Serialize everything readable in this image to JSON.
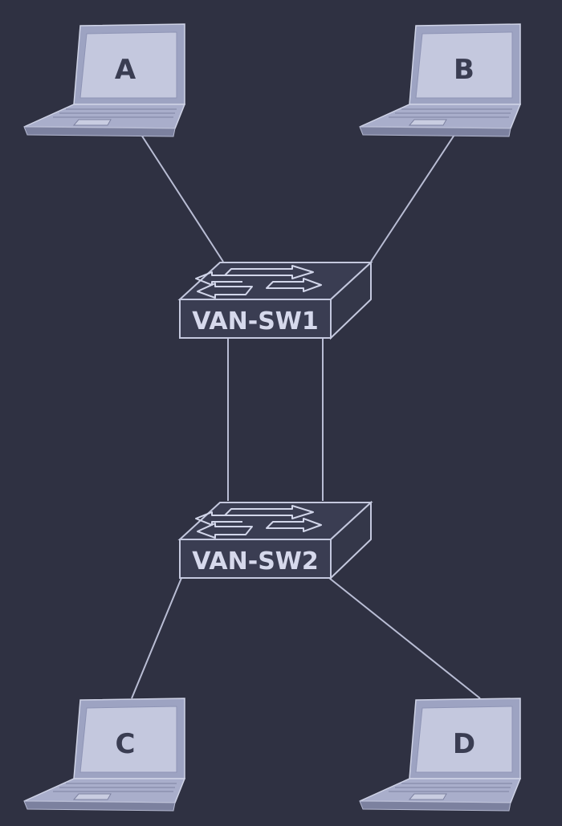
{
  "diagram": {
    "background_color": "#2f3142",
    "line_color": "#b9bdd4",
    "nodes": {
      "laptop_a": {
        "label": "A",
        "icon": "laptop-icon"
      },
      "laptop_b": {
        "label": "B",
        "icon": "laptop-icon"
      },
      "laptop_c": {
        "label": "C",
        "icon": "laptop-icon"
      },
      "laptop_d": {
        "label": "D",
        "icon": "laptop-icon"
      },
      "switch_1": {
        "label": "VAN-SW1",
        "icon": "switch-icon"
      },
      "switch_2": {
        "label": "VAN-SW2",
        "icon": "switch-icon"
      }
    },
    "links": [
      {
        "from": "A",
        "to": "VAN-SW1"
      },
      {
        "from": "B",
        "to": "VAN-SW1"
      },
      {
        "from": "VAN-SW1",
        "to": "VAN-SW2"
      },
      {
        "from": "VAN-SW1",
        "to": "VAN-SW2"
      },
      {
        "from": "VAN-SW2",
        "to": "C"
      },
      {
        "from": "VAN-SW2",
        "to": "D"
      }
    ]
  }
}
